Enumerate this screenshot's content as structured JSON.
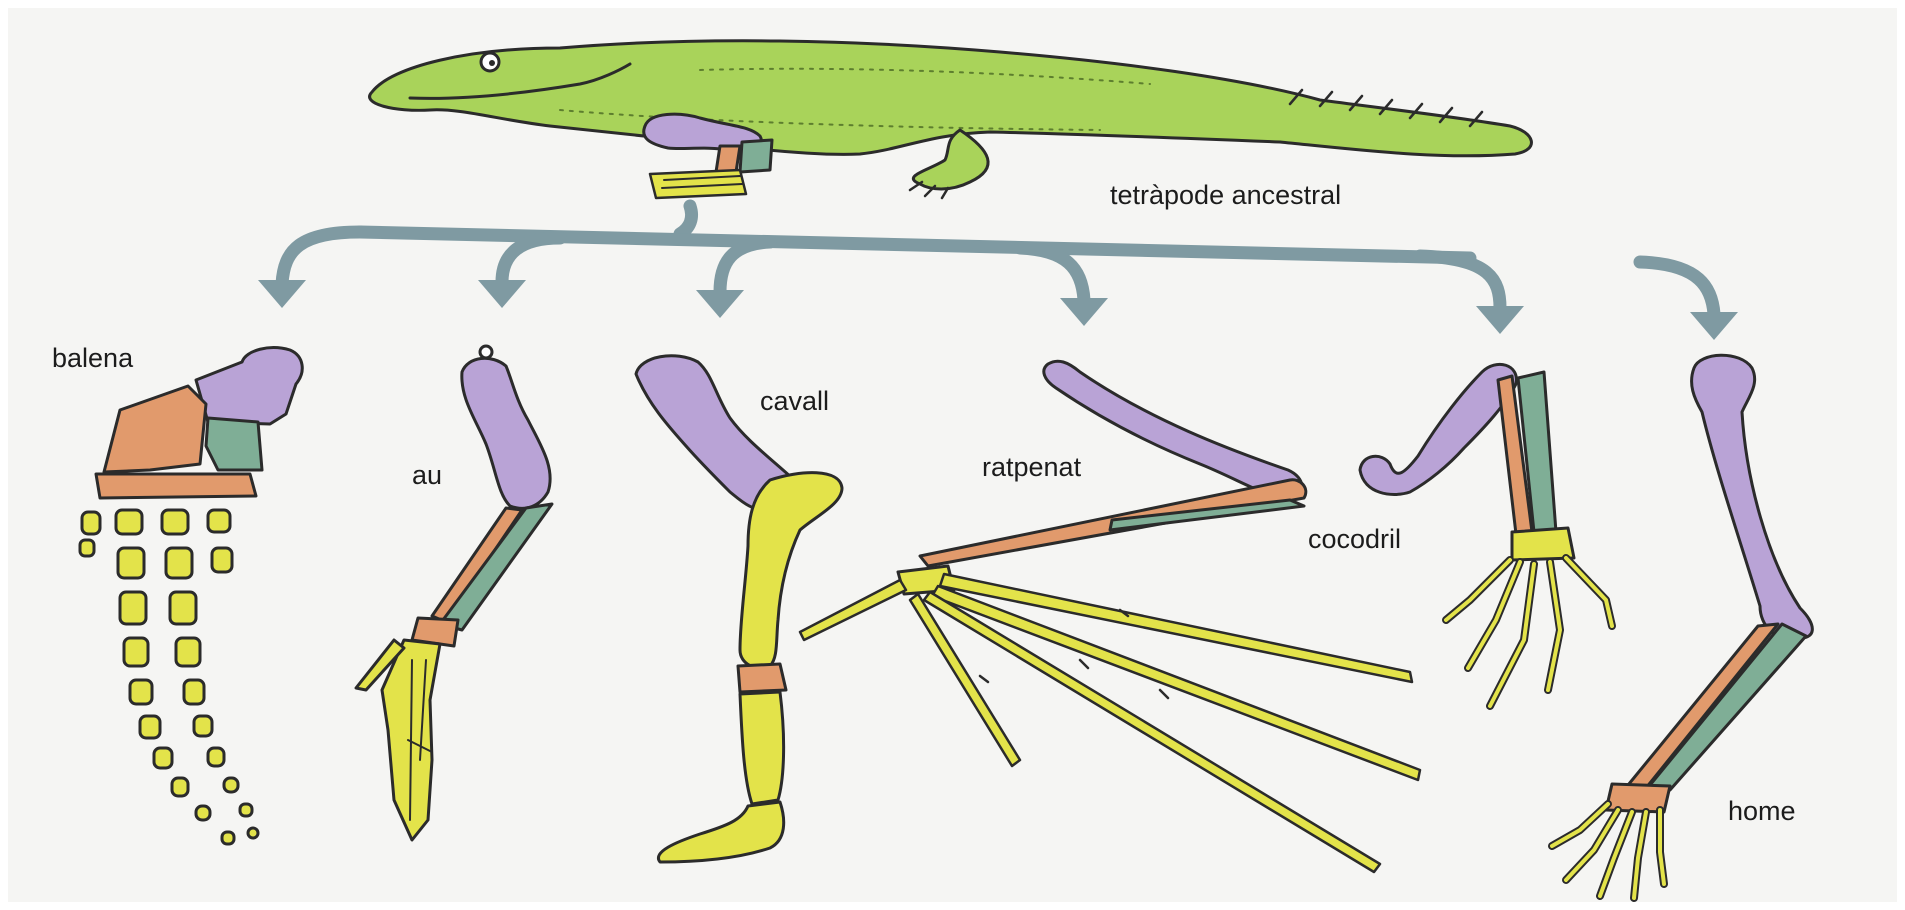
{
  "labels": {
    "ancestor": "tetràpode ancestral",
    "whale": "balena",
    "bird": "au",
    "horse": "cavall",
    "bat": "ratpenat",
    "crocodile": "cocodril",
    "human": "home"
  },
  "bone_colors": {
    "humerus": "#b9a3d6",
    "radius": "#e19a6c",
    "ulna": "#7fae96",
    "carpals_digits": "#e3e34a",
    "body": "#a9d35a",
    "outline": "#2b2b2b",
    "arrow": "#7f9aa2"
  }
}
